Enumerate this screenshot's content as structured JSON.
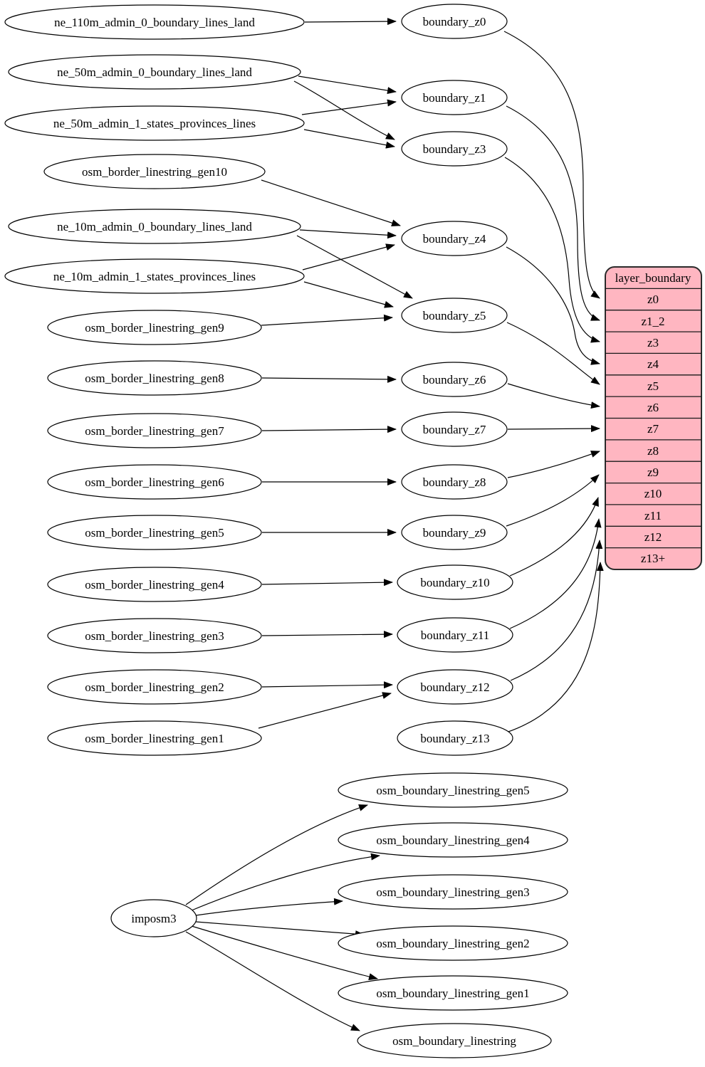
{
  "diagram": {
    "kind": "etl-dependency-graph",
    "background": "#ffffff",
    "node_fill": "#ffffff",
    "edge_color": "#000000",
    "source_nodes": [
      "ne_110m_admin_0_boundary_lines_land",
      "ne_50m_admin_0_boundary_lines_land",
      "ne_50m_admin_1_states_provinces_lines",
      "osm_border_linestring_gen10",
      "ne_10m_admin_0_boundary_lines_land",
      "ne_10m_admin_1_states_provinces_lines",
      "osm_border_linestring_gen9",
      "osm_border_linestring_gen8",
      "osm_border_linestring_gen7",
      "osm_border_linestring_gen6",
      "osm_border_linestring_gen5",
      "osm_border_linestring_gen4",
      "osm_border_linestring_gen3",
      "osm_border_linestring_gen2",
      "osm_border_linestring_gen1"
    ],
    "transform_nodes": [
      "boundary_z0",
      "boundary_z1",
      "boundary_z3",
      "boundary_z4",
      "boundary_z5",
      "boundary_z6",
      "boundary_z7",
      "boundary_z8",
      "boundary_z9",
      "boundary_z10",
      "boundary_z11",
      "boundary_z12",
      "boundary_z13"
    ],
    "table": {
      "title": "layer_boundary",
      "rows": [
        "z0",
        "z1_2",
        "z3",
        "z4",
        "z5",
        "z6",
        "z7",
        "z8",
        "z9",
        "z10",
        "z11",
        "z12",
        "z13+"
      ],
      "fill": "#ffb6c1",
      "stroke": "#2b2b2b"
    },
    "import_node": "imposm3",
    "import_targets": [
      "osm_boundary_linestring_gen5",
      "osm_boundary_linestring_gen4",
      "osm_boundary_linestring_gen3",
      "osm_boundary_linestring_gen2",
      "osm_boundary_linestring_gen1",
      "osm_boundary_linestring"
    ],
    "edges": [
      [
        "ne_110m_admin_0_boundary_lines_land",
        "boundary_z0"
      ],
      [
        "ne_50m_admin_0_boundary_lines_land",
        "boundary_z1"
      ],
      [
        "ne_50m_admin_1_states_provinces_lines",
        "boundary_z1"
      ],
      [
        "ne_50m_admin_0_boundary_lines_land",
        "boundary_z3"
      ],
      [
        "ne_50m_admin_1_states_provinces_lines",
        "boundary_z3"
      ],
      [
        "osm_border_linestring_gen10",
        "boundary_z4"
      ],
      [
        "ne_10m_admin_0_boundary_lines_land",
        "boundary_z4"
      ],
      [
        "ne_10m_admin_1_states_provinces_lines",
        "boundary_z4"
      ],
      [
        "ne_10m_admin_0_boundary_lines_land",
        "boundary_z5"
      ],
      [
        "ne_10m_admin_1_states_provinces_lines",
        "boundary_z5"
      ],
      [
        "osm_border_linestring_gen9",
        "boundary_z5"
      ],
      [
        "osm_border_linestring_gen8",
        "boundary_z6"
      ],
      [
        "osm_border_linestring_gen7",
        "boundary_z7"
      ],
      [
        "osm_border_linestring_gen6",
        "boundary_z8"
      ],
      [
        "osm_border_linestring_gen5",
        "boundary_z9"
      ],
      [
        "osm_border_linestring_gen4",
        "boundary_z10"
      ],
      [
        "osm_border_linestring_gen3",
        "boundary_z11"
      ],
      [
        "osm_border_linestring_gen2",
        "boundary_z12"
      ],
      [
        "osm_border_linestring_gen1",
        "boundary_z12"
      ],
      [
        "boundary_z0",
        "layer_boundary.z0"
      ],
      [
        "boundary_z1",
        "layer_boundary.z1_2"
      ],
      [
        "boundary_z3",
        "layer_boundary.z3"
      ],
      [
        "boundary_z4",
        "layer_boundary.z4"
      ],
      [
        "boundary_z5",
        "layer_boundary.z5"
      ],
      [
        "boundary_z6",
        "layer_boundary.z6"
      ],
      [
        "boundary_z7",
        "layer_boundary.z7"
      ],
      [
        "boundary_z8",
        "layer_boundary.z8"
      ],
      [
        "boundary_z9",
        "layer_boundary.z9"
      ],
      [
        "boundary_z10",
        "layer_boundary.z10"
      ],
      [
        "boundary_z11",
        "layer_boundary.z11"
      ],
      [
        "boundary_z12",
        "layer_boundary.z12"
      ],
      [
        "boundary_z13",
        "layer_boundary.z13+"
      ],
      [
        "imposm3",
        "osm_boundary_linestring_gen5"
      ],
      [
        "imposm3",
        "osm_boundary_linestring_gen4"
      ],
      [
        "imposm3",
        "osm_boundary_linestring_gen3"
      ],
      [
        "imposm3",
        "osm_boundary_linestring_gen2"
      ],
      [
        "imposm3",
        "osm_boundary_linestring_gen1"
      ],
      [
        "imposm3",
        "osm_boundary_linestring"
      ]
    ]
  }
}
